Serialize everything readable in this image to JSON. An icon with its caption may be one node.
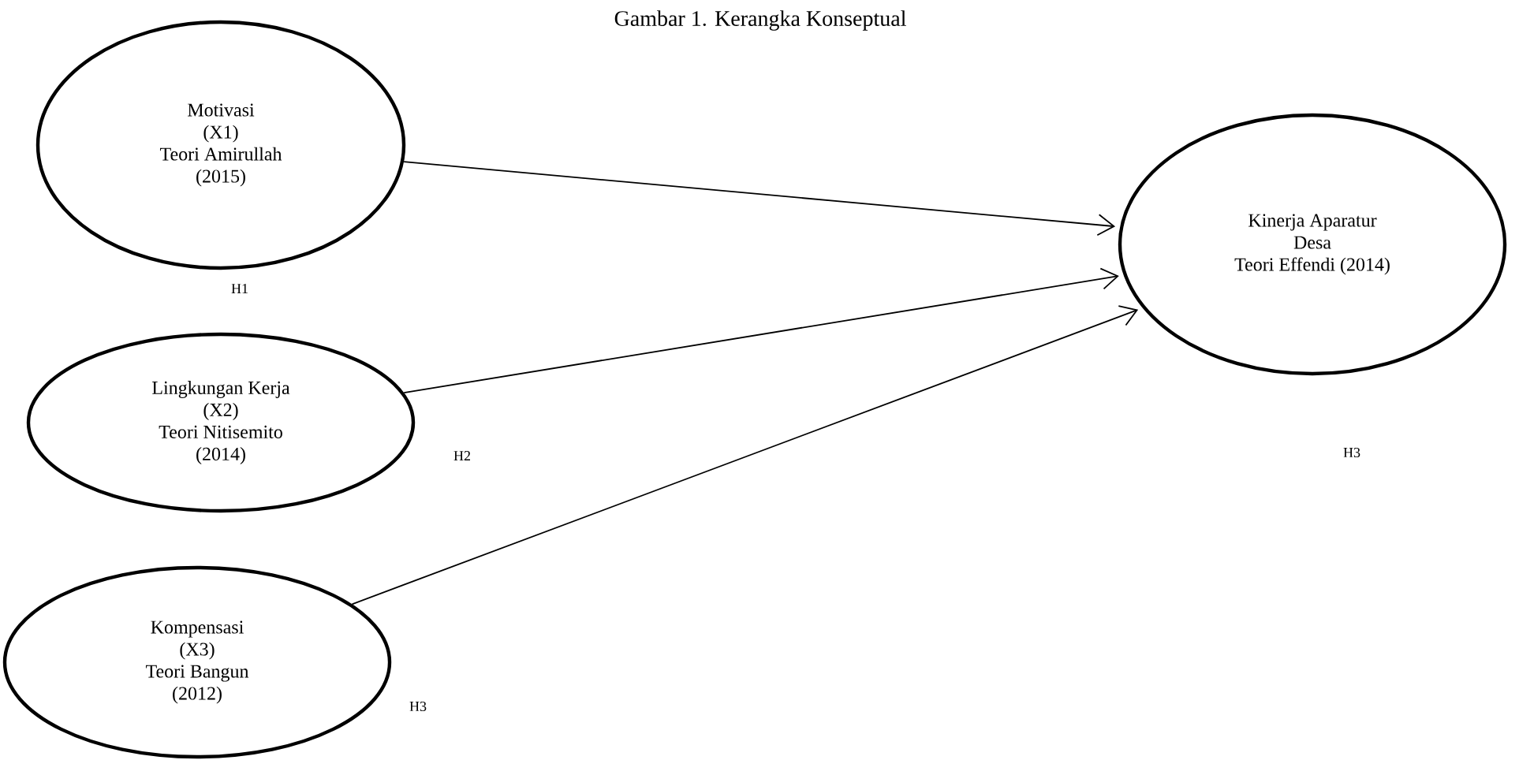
{
  "diagram": {
    "title": "Gambar 1. Kerangka Konseptual",
    "nodes": [
      {
        "text": [
          "Motivasi",
          "(X1)",
          "Teori Amirullah",
          "(2015)"
        ]
      },
      {
        "text": [
          "Lingkungan Kerja",
          "(X2)",
          "Teori Nitisemito",
          "(2014)"
        ]
      },
      {
        "text": [
          "Kompensasi",
          "(X3)",
          "Teori Bangun",
          "(2012)"
        ]
      },
      {
        "text": [
          "Kinerja Aparatur",
          "Desa",
          "Teori Effendi (2014)"
        ]
      }
    ],
    "edges": [
      {
        "from": 0,
        "to": 3,
        "arrow": "to"
      },
      {
        "from": 1,
        "to": 3,
        "arrow": "to"
      },
      {
        "from": 2,
        "to": 3,
        "arrow": "to"
      }
    ],
    "labels": [
      "H1",
      "H2",
      "H3",
      "H3"
    ]
  }
}
